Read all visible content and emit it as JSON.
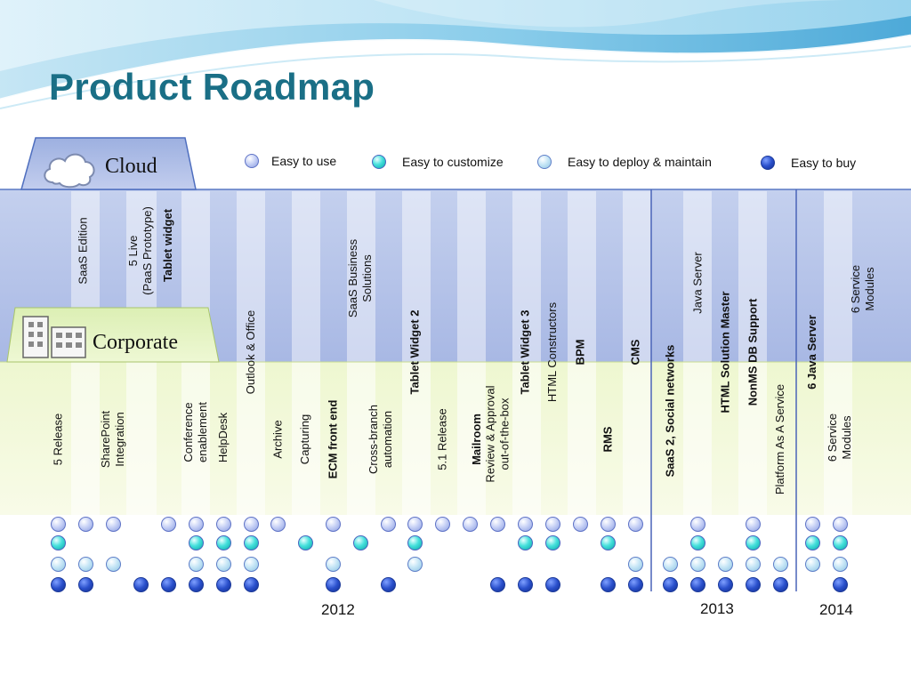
{
  "title": "Product Roadmap",
  "sections": {
    "cloud": "Cloud",
    "corporate": "Corporate"
  },
  "legend": [
    {
      "type": "lav",
      "label": "Easy to use"
    },
    {
      "type": "teal",
      "label": "Easy to customize"
    },
    {
      "type": "sky",
      "label": "Easy to deploy & maintain"
    },
    {
      "type": "navy",
      "label": "Easy to buy"
    }
  ],
  "cloud_items": [
    {
      "text": "SaaS Edition"
    },
    {
      "text": "5 Live\n(PaaS Prototype)"
    },
    {
      "text": "Tablet widget",
      "bold": true
    },
    {
      "text": "Outlook & Office"
    },
    {
      "text": "SaaS Business\nSolutions"
    },
    {
      "text": "Tablet Widget 2",
      "bold": true
    },
    {
      "text": "Tablet Widget 3",
      "bold": true
    },
    {
      "text": "HTML Constructors"
    },
    {
      "text": "BPM",
      "bold": true
    },
    {
      "text": "CMS",
      "bold": true
    },
    {
      "text": "Java Server"
    },
    {
      "text": "HTML Solution Master",
      "bold": true
    },
    {
      "text": "NonMS DB Support",
      "bold": true
    },
    {
      "text": "6 Java Server",
      "bold": true
    },
    {
      "text": "6 Service\nModules"
    }
  ],
  "corporate_items": [
    {
      "text": "5 Release"
    },
    {
      "text": "SharePoint\nIntegration"
    },
    {
      "text": "Conference\nenablement"
    },
    {
      "text": "HelpDesk"
    },
    {
      "text": "Archive"
    },
    {
      "text": "Capturing"
    },
    {
      "text": "ECM front end",
      "bold": true
    },
    {
      "text": "Cross-branch\nautomation"
    },
    {
      "text": "5.1 Release"
    },
    {
      "text": "Mailroom",
      "bold": true
    },
    {
      "text": "Review & Approval\nout-of-the-box"
    },
    {
      "text": "RMS",
      "bold": true
    },
    {
      "text": "SaaS 2, Social networks",
      "bold": true
    },
    {
      "text": "Platform As A Service"
    },
    {
      "text": "6 Service\nModules"
    }
  ],
  "matrix": [
    [
      1,
      1,
      1,
      1
    ],
    [
      1,
      0,
      1,
      1
    ],
    [
      1,
      0,
      1,
      0
    ],
    [
      0,
      0,
      0,
      1
    ],
    [
      1,
      0,
      0,
      1
    ],
    [
      1,
      1,
      1,
      1
    ],
    [
      1,
      1,
      1,
      1
    ],
    [
      1,
      1,
      1,
      1
    ],
    [
      1,
      0,
      0,
      0
    ],
    [
      0,
      1,
      0,
      0
    ],
    [
      1,
      0,
      1,
      1
    ],
    [
      0,
      1,
      0,
      0
    ],
    [
      1,
      0,
      0,
      1
    ],
    [
      1,
      1,
      1,
      0
    ],
    [
      1,
      0,
      0,
      0
    ],
    [
      1,
      0,
      0,
      0
    ],
    [
      1,
      0,
      0,
      1
    ],
    [
      1,
      1,
      0,
      1
    ],
    [
      1,
      1,
      0,
      1
    ],
    [
      1,
      0,
      0,
      0
    ],
    [
      1,
      1,
      0,
      1
    ],
    [
      1,
      0,
      1,
      1
    ],
    [
      0,
      0,
      1,
      1
    ],
    [
      1,
      1,
      1,
      1
    ],
    [
      0,
      0,
      1,
      1
    ],
    [
      1,
      1,
      1,
      1
    ],
    [
      0,
      0,
      1,
      1
    ],
    [
      1,
      1,
      1,
      0
    ],
    [
      1,
      1,
      1,
      1
    ]
  ],
  "years": [
    "2012",
    "2013",
    "2014"
  ]
}
